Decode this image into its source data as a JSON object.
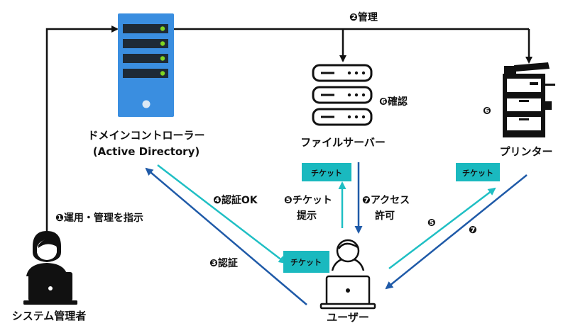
{
  "colors": {
    "line_black": "#111111",
    "arrow_teal": "#1fbfc4",
    "arrow_blue": "#1f5aa8",
    "server_blue": "#3a8ee0",
    "ticket_fill": "#1ab9bf",
    "led_green": "#7ed321"
  },
  "nodes": {
    "domain_controller": {
      "name": "ドメインコントローラー",
      "sub": "(Active Directory)"
    },
    "file_server": {
      "name": "ファイルサーバー"
    },
    "printer": {
      "name": "プリンター"
    },
    "admin": {
      "name": "システム管理者"
    },
    "user": {
      "name": "ユーザー"
    }
  },
  "steps": {
    "s1": "❶運用・管理を指示",
    "s2": "❷管理",
    "s3": "❸認証",
    "s4": "❹認証OK",
    "s5_line1": "❺チケット",
    "s5_line2": "提示",
    "s5_short": "❺",
    "s6_fileserver": "❻確認",
    "s6_printer": "❻",
    "s7_line1": "❼アクセス",
    "s7_line2": "許可",
    "s7_short": "❼"
  },
  "tickets": {
    "user_ticket": "チケット",
    "fileserver_ticket": "チケット",
    "printer_ticket": "チケット"
  }
}
